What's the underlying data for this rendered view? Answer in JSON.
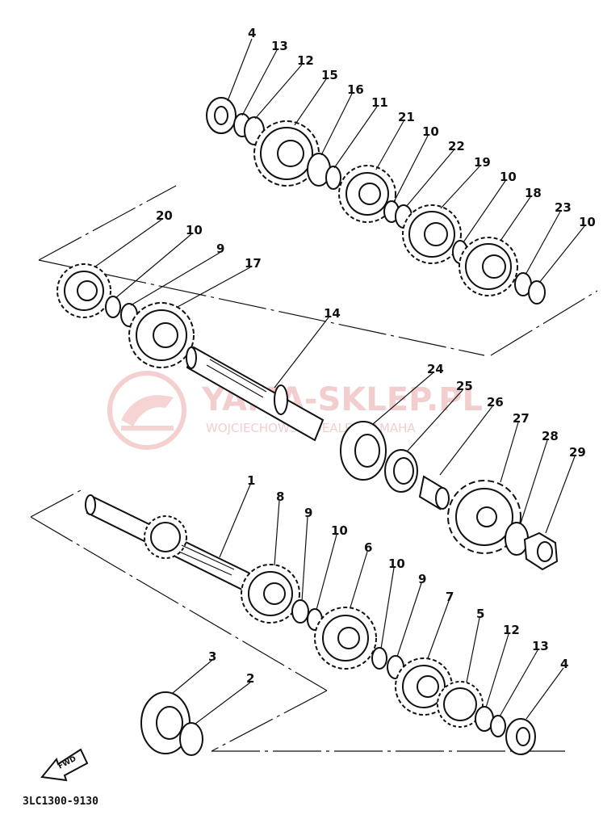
{
  "watermark": {
    "title": "YAMA-SKLEP.PL",
    "subtitle": "WOJCIECHOWSKI DEALER YAMAHA"
  },
  "diagram_code": "3LC1300-9130",
  "fwd_label": "FWD",
  "callouts": [
    "4",
    "13",
    "12",
    "15",
    "16",
    "11",
    "21",
    "10",
    "22",
    "19",
    "10",
    "18",
    "23",
    "10",
    "20",
    "10",
    "9",
    "17",
    "14",
    "24",
    "25",
    "26",
    "27",
    "28",
    "29",
    "1",
    "8",
    "9",
    "10",
    "6",
    "10",
    "9",
    "7",
    "5",
    "12",
    "13",
    "4",
    "3",
    "2"
  ]
}
